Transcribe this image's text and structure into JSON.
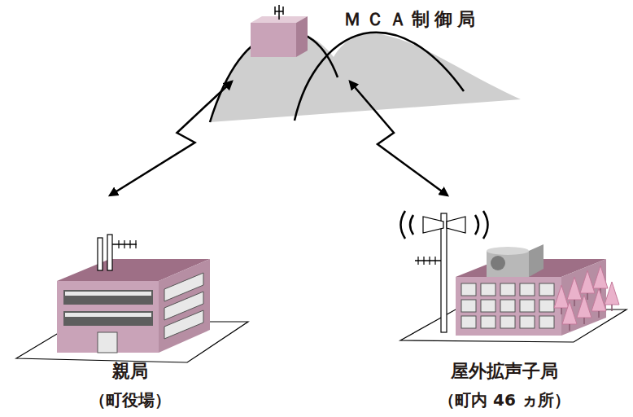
{
  "diagram": {
    "nodes": [
      {
        "text": [
          "ＭＣＡ制御局"
        ]
      },
      {
        "text": [
          "親局",
          "（町役場）"
        ]
      },
      {
        "text": [
          "屋外拡声子局",
          "（町内 46 ヵ所）"
        ]
      }
    ],
    "edges": [
      {
        "from": 0,
        "to": 1,
        "arrow": "both"
      },
      {
        "from": 0,
        "to": 2,
        "arrow": "both"
      }
    ]
  }
}
